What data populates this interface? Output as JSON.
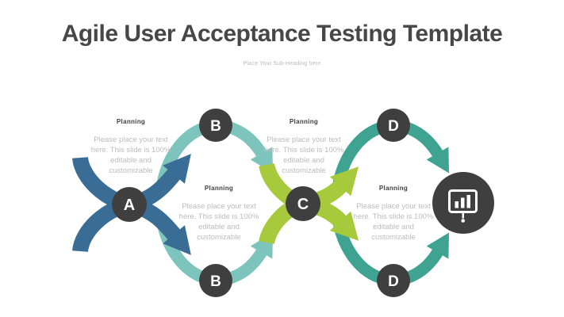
{
  "slide": {
    "title": "Agile User Acceptance Testing Template",
    "subtitle": "Place Your Sub-Heading here"
  },
  "colors": {
    "blue": "#3a6d96",
    "teal": "#7cc4bc",
    "green": "#a6ca3b",
    "sea_green": "#3fa392",
    "dark": "#3f3f3f",
    "white": "#ffffff"
  },
  "diagram": {
    "nodes": {
      "a": "A",
      "b_top": "B",
      "b_bottom": "B",
      "c": "C",
      "d_top": "D",
      "d_bottom": "D"
    },
    "blocks": [
      {
        "heading": "Planning",
        "body": "Please place your text here. This slide is 100% editable and customizable"
      },
      {
        "heading": "Planning",
        "body": "Please place your text here. This slide is 100% editable and customizable"
      },
      {
        "heading": "Planning",
        "body": "Please place your text here. This slide is 100% editable and customizable"
      },
      {
        "heading": "Planning",
        "body": "Please place your text here. This slide is 100% editable and customizable"
      }
    ],
    "result_icon": "presentation-chart-icon"
  }
}
